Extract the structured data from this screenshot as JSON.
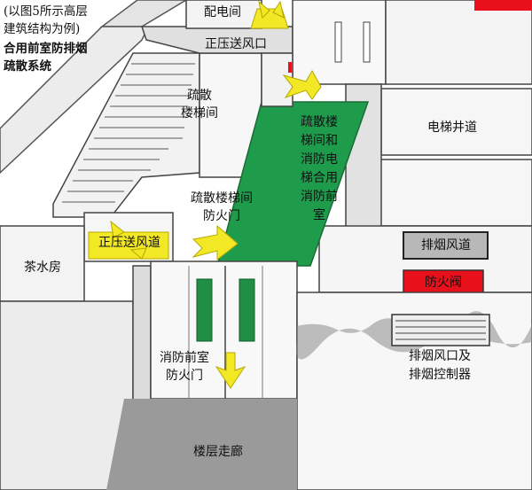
{
  "caption": {
    "line1": "(以图5所示高层",
    "line2": "建筑结构为例)",
    "line3": "合用前室防排烟",
    "line4": "疏散系统"
  },
  "labels": {
    "power_room": "配电间",
    "pressurized_inlet": "正压送风口",
    "stair_room": "疏散\n楼梯间",
    "elevator_shaft": "电梯井道",
    "shared_front_room": "疏散楼\n梯间和\n消防电\n梯合用\n消防前\n室",
    "stair_fire_door": "疏散楼梯间\n防火门",
    "pressurized_duct": "正压送风道",
    "smoke_duct": "排烟风道",
    "tea_room": "茶水房",
    "fire_damper": "防火阀",
    "front_room_fire_door": "消防前室\n防火门",
    "smoke_outlet": "排烟风口及\n排烟控制器",
    "corridor": "楼层走廊"
  },
  "colors": {
    "front_room_green": "#1e9c4c",
    "door_green": "#1f8f45",
    "airflow_yellow": "#f2e826",
    "fire_damper_red": "#e8101a",
    "floor_gray": "#9a9a9a",
    "wall_gray": "#d6d6d6",
    "smoke_duct_gray": "#b8b8b8"
  }
}
